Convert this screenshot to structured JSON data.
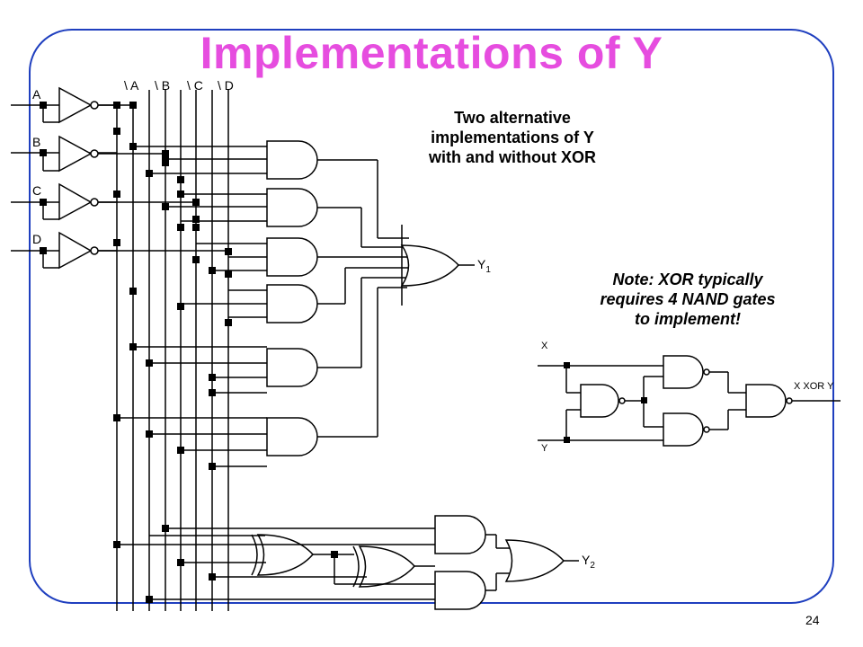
{
  "title": "Implementations of Y",
  "captions": {
    "line1": "Two alternative",
    "line2": "implementations of Y",
    "line3": "with and without XOR"
  },
  "note": {
    "line1": "Note: XOR typically",
    "line2": "requires 4 NAND gates",
    "line3": "to implement!"
  },
  "inputs": [
    "A",
    "B",
    "C",
    "D"
  ],
  "bus_labels": [
    "\\ A",
    "\\ B",
    "\\ C",
    "\\ D"
  ],
  "outputs": {
    "y1": "Y",
    "y1_sub": "1",
    "y2": "Y",
    "y2_sub": "2"
  },
  "xor_circuit": {
    "in_x": "X",
    "in_y": "Y",
    "out": "X XOR Y"
  },
  "page_number": "24",
  "colors": {
    "title": "#e64ddf",
    "frame": "#1f3fbf",
    "wire": "#000000"
  }
}
